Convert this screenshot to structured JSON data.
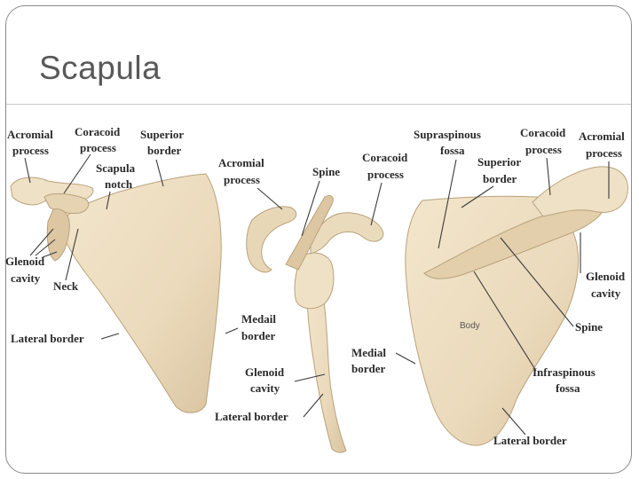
{
  "slide": {
    "title": "Scapula"
  },
  "labels": {
    "acromial_process_1": [
      "Acromial",
      "process"
    ],
    "coracoid_process_1": [
      "Coracoid",
      "process"
    ],
    "superior_border_1": [
      "Superior",
      "border"
    ],
    "scapula_notch": [
      "Scapula",
      "notch"
    ],
    "glenoid_cavity_1": [
      "Glenoid",
      "cavity"
    ],
    "neck": "Neck",
    "lateral_border_1": "Lateral border",
    "acromial_process_2": [
      "Acromial",
      "process"
    ],
    "spine_1": "Spine",
    "coracoid_process_2": [
      "Coracoid",
      "process"
    ],
    "medial_border_1": [
      "Medail",
      "border"
    ],
    "glenoid_cavity_2": [
      "Glenoid",
      "cavity"
    ],
    "lateral_border_2": "Lateral border",
    "supraspinous_fossa": [
      "Supraspinous",
      "fossa"
    ],
    "coracoid_process_3": [
      "Coracoid",
      "process"
    ],
    "acromial_process_3": [
      "Acromial",
      "process"
    ],
    "superior_border_2": [
      "Superior",
      "border"
    ],
    "glenoid_cavity_3": [
      "Glenoid",
      "cavity"
    ],
    "spine_2": "Spine",
    "body": "Body",
    "medial_border_2": [
      "Medial",
      "border"
    ],
    "infraspinous_fossa": [
      "Infraspinous",
      "fossa"
    ],
    "lateral_border_3": "Lateral border"
  },
  "colors": {
    "bone": "#ecdcc0",
    "bone_shadow": "#cfb994",
    "title": "#595959"
  }
}
